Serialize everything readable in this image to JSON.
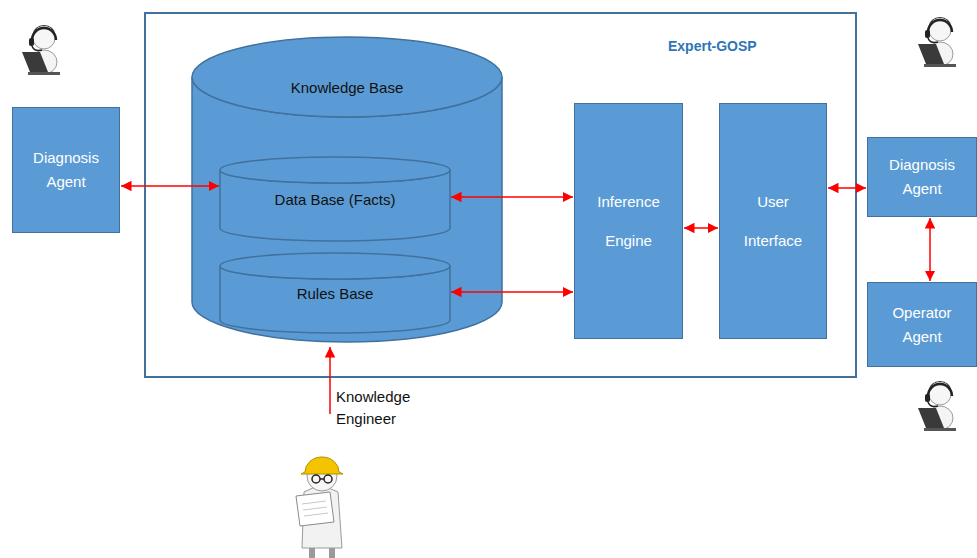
{
  "diagram": {
    "nodes": [
      {
        "text": [
          "Diagnosis Agent"
        ]
      },
      {
        "text": [
          "Expert-GOSP"
        ]
      },
      {
        "text": [
          "Knowledge Base"
        ],
        "in": 1
      },
      {
        "text": [
          "Data Base (Facts)"
        ],
        "in": 2
      },
      {
        "text": [
          "Rules Base"
        ],
        "in": 2
      },
      {
        "text": [
          "Inference Engine"
        ],
        "in": 1
      },
      {
        "text": [
          "User Interface"
        ],
        "in": 1
      },
      {
        "text": [
          "Diagnosis Agent"
        ]
      },
      {
        "text": [
          "Operator Agent"
        ]
      }
    ],
    "edges": [
      {
        "from": 0,
        "to": 3,
        "arrow": "both"
      },
      {
        "from": 3,
        "to": 5,
        "arrow": "both"
      },
      {
        "from": 4,
        "to": 5,
        "arrow": "both"
      },
      {
        "from": 5,
        "to": 6,
        "arrow": "both"
      },
      {
        "from": 6,
        "to": 7,
        "arrow": "both"
      },
      {
        "from": 7,
        "to": 8,
        "arrow": "both"
      }
    ],
    "labels": [
      "Knowledge Engineer"
    ]
  }
}
